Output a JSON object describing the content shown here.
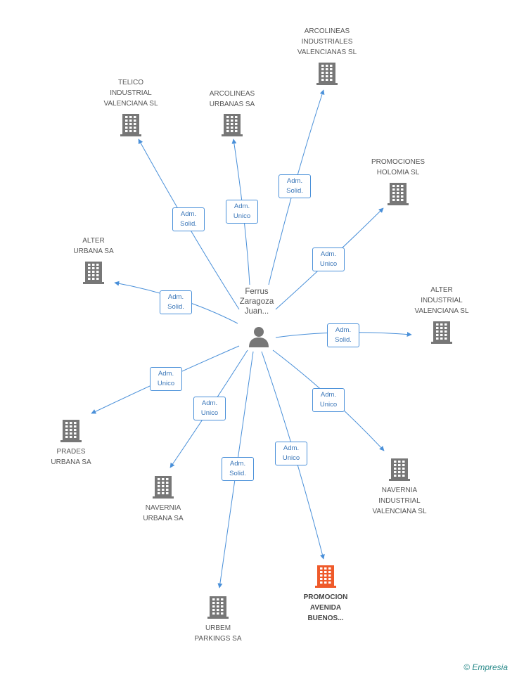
{
  "colors": {
    "edge": "#4a90d9",
    "building": "#777777",
    "building_highlight": "#ef5a2a"
  },
  "center": {
    "name": "Ferrus\nZaragoza\nJuan..."
  },
  "companies": [
    {
      "id": "arcolineas-industriales",
      "name": "ARCOLINEAS\nINDUSTRIALES\nVALENCIANAS SL",
      "role": "Adm.\nSolid.",
      "highlight": false
    },
    {
      "id": "telico",
      "name": "TELICO\nINDUSTRIAL\nVALENCIANA SL",
      "role": "Adm.\nSolid.",
      "highlight": false
    },
    {
      "id": "arcolineas-urbanas",
      "name": "ARCOLINEAS\nURBANAS SA",
      "role": "Adm.\nUnico",
      "highlight": false
    },
    {
      "id": "promociones-holomia",
      "name": "PROMOCIONES\nHOLOMIA SL",
      "role": "Adm.\nUnico",
      "highlight": false
    },
    {
      "id": "alter-urbana",
      "name": "ALTER\nURBANA SA",
      "role": "Adm.\nSolid.",
      "highlight": false
    },
    {
      "id": "alter-industrial",
      "name": "ALTER\nINDUSTRIAL\nVALENCIANA SL",
      "role": "Adm.\nSolid.",
      "highlight": false
    },
    {
      "id": "prades-urbana",
      "name": "PRADES\nURBANA SA",
      "role": "Adm.\nUnico",
      "highlight": false
    },
    {
      "id": "navernia-urbana",
      "name": "NAVERNIA\nURBANA SA",
      "role": "Adm.\nUnico",
      "highlight": false
    },
    {
      "id": "navernia-industrial",
      "name": "NAVERNIA\nINDUSTRIAL\nVALENCIANA SL",
      "role": "Adm.\nUnico",
      "highlight": false
    },
    {
      "id": "urbem-parkings",
      "name": "URBEM\nPARKINGS SA",
      "role": "Adm.\nSolid.",
      "highlight": false
    },
    {
      "id": "promocion-avenida",
      "name": "PROMOCION\nAVENIDA\nBUENOS...",
      "role": "Adm.\nUnico",
      "highlight": true
    }
  ],
  "footer": {
    "copyright": "©",
    "brand": "Empresia"
  }
}
